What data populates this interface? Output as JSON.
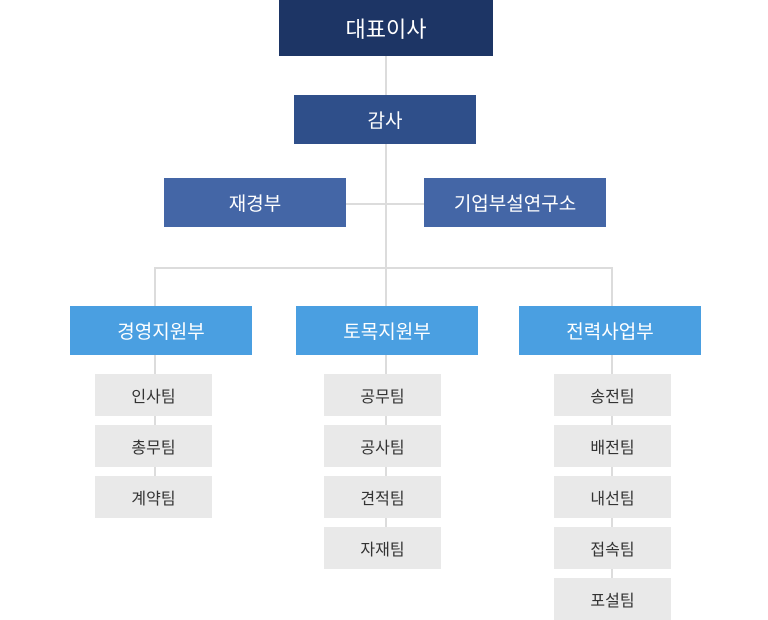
{
  "colors": {
    "ceo": "#1d3565",
    "audit": "#2f4f8a",
    "dept": "#4466a6",
    "division": "#4a9fe1",
    "team_bg": "#e9e9e9",
    "connector": "#dcdcdc"
  },
  "org": {
    "ceo": "대표이사",
    "audit": "감사",
    "finance": "재경부",
    "rnd": "기업부설연구소",
    "divisions": [
      {
        "name": "경영지원부",
        "teams": [
          "인사팀",
          "총무팀",
          "계약팀"
        ]
      },
      {
        "name": "토목지원부",
        "teams": [
          "공무팀",
          "공사팀",
          "견적팀",
          "자재팀"
        ]
      },
      {
        "name": "전력사업부",
        "teams": [
          "송전팀",
          "배전팀",
          "내선팀",
          "접속팀",
          "포설팀"
        ]
      }
    ]
  }
}
